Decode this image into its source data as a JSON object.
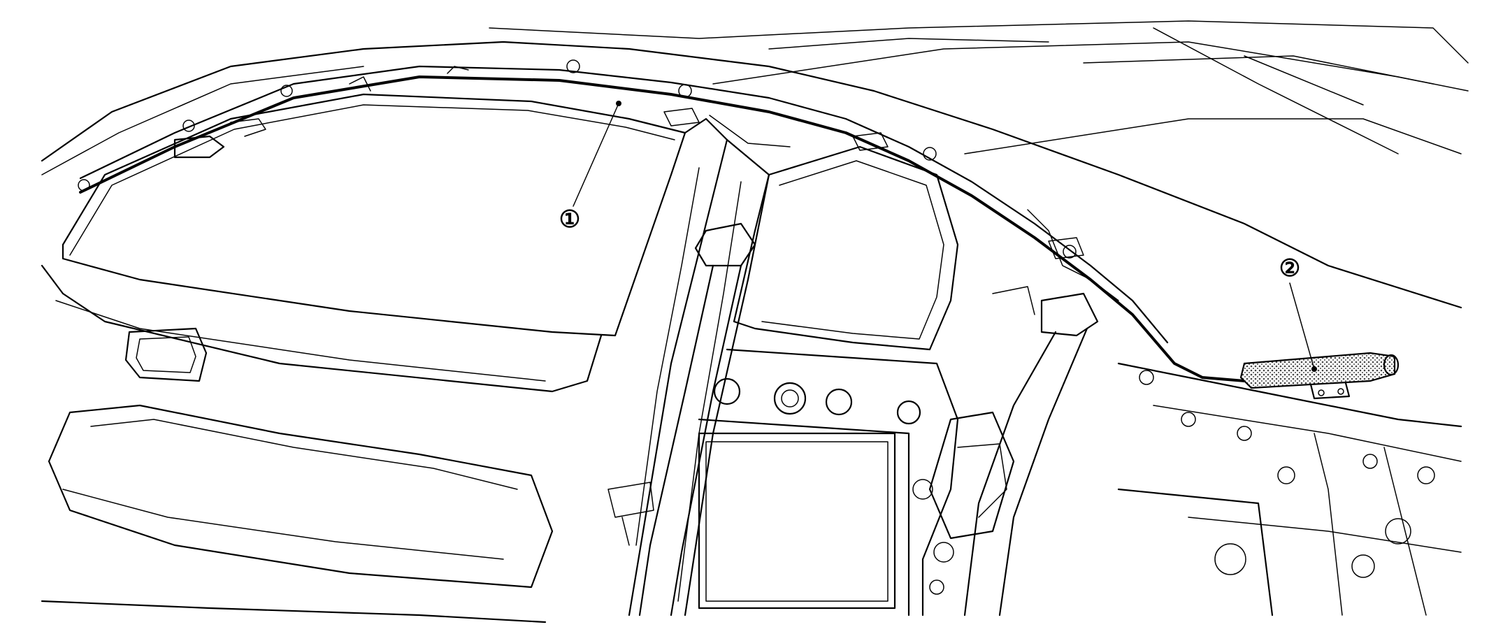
{
  "callouts": [
    {
      "id": "1",
      "label": "①"
    },
    {
      "id": "2",
      "label": "②"
    }
  ],
  "colors": {
    "line": "#000000",
    "background": "#ffffff",
    "stipple": "#6b6b6b"
  }
}
